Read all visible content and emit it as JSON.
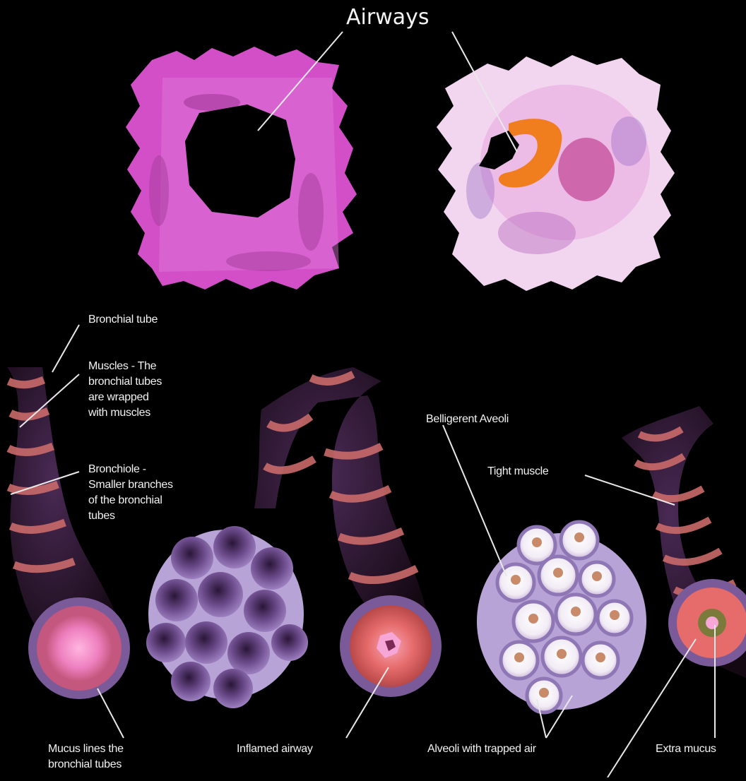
{
  "title": "Airways",
  "labels": {
    "bronchial_tube": "Bronchial tube",
    "muscles": "Muscles - The\nbronchial tubes\nare wrapped\nwith muscles",
    "bronchiole": "Bronchiole -\nSmaller branches\nof the bronchial\ntubes",
    "mucus_lines": "Mucus lines the\nbronchial tubes",
    "inflamed": "Inflamed airway",
    "belligerent": "Belligerent Aveoli",
    "tight_muscle": "Tight muscle",
    "trapped": "Alveoli with trapped air",
    "extra_mucus": "Extra mucus"
  },
  "colors": {
    "background": "#000000",
    "tissue_pink": "#d24fc8",
    "tissue_light": "#f2d6ef",
    "tube_dark": "#2a1530",
    "muscle_band": "#c96a6a",
    "alveoli": "#7a5a98",
    "inflamed_center": "#e8736f",
    "mucus_orange": "#f07d1e"
  }
}
